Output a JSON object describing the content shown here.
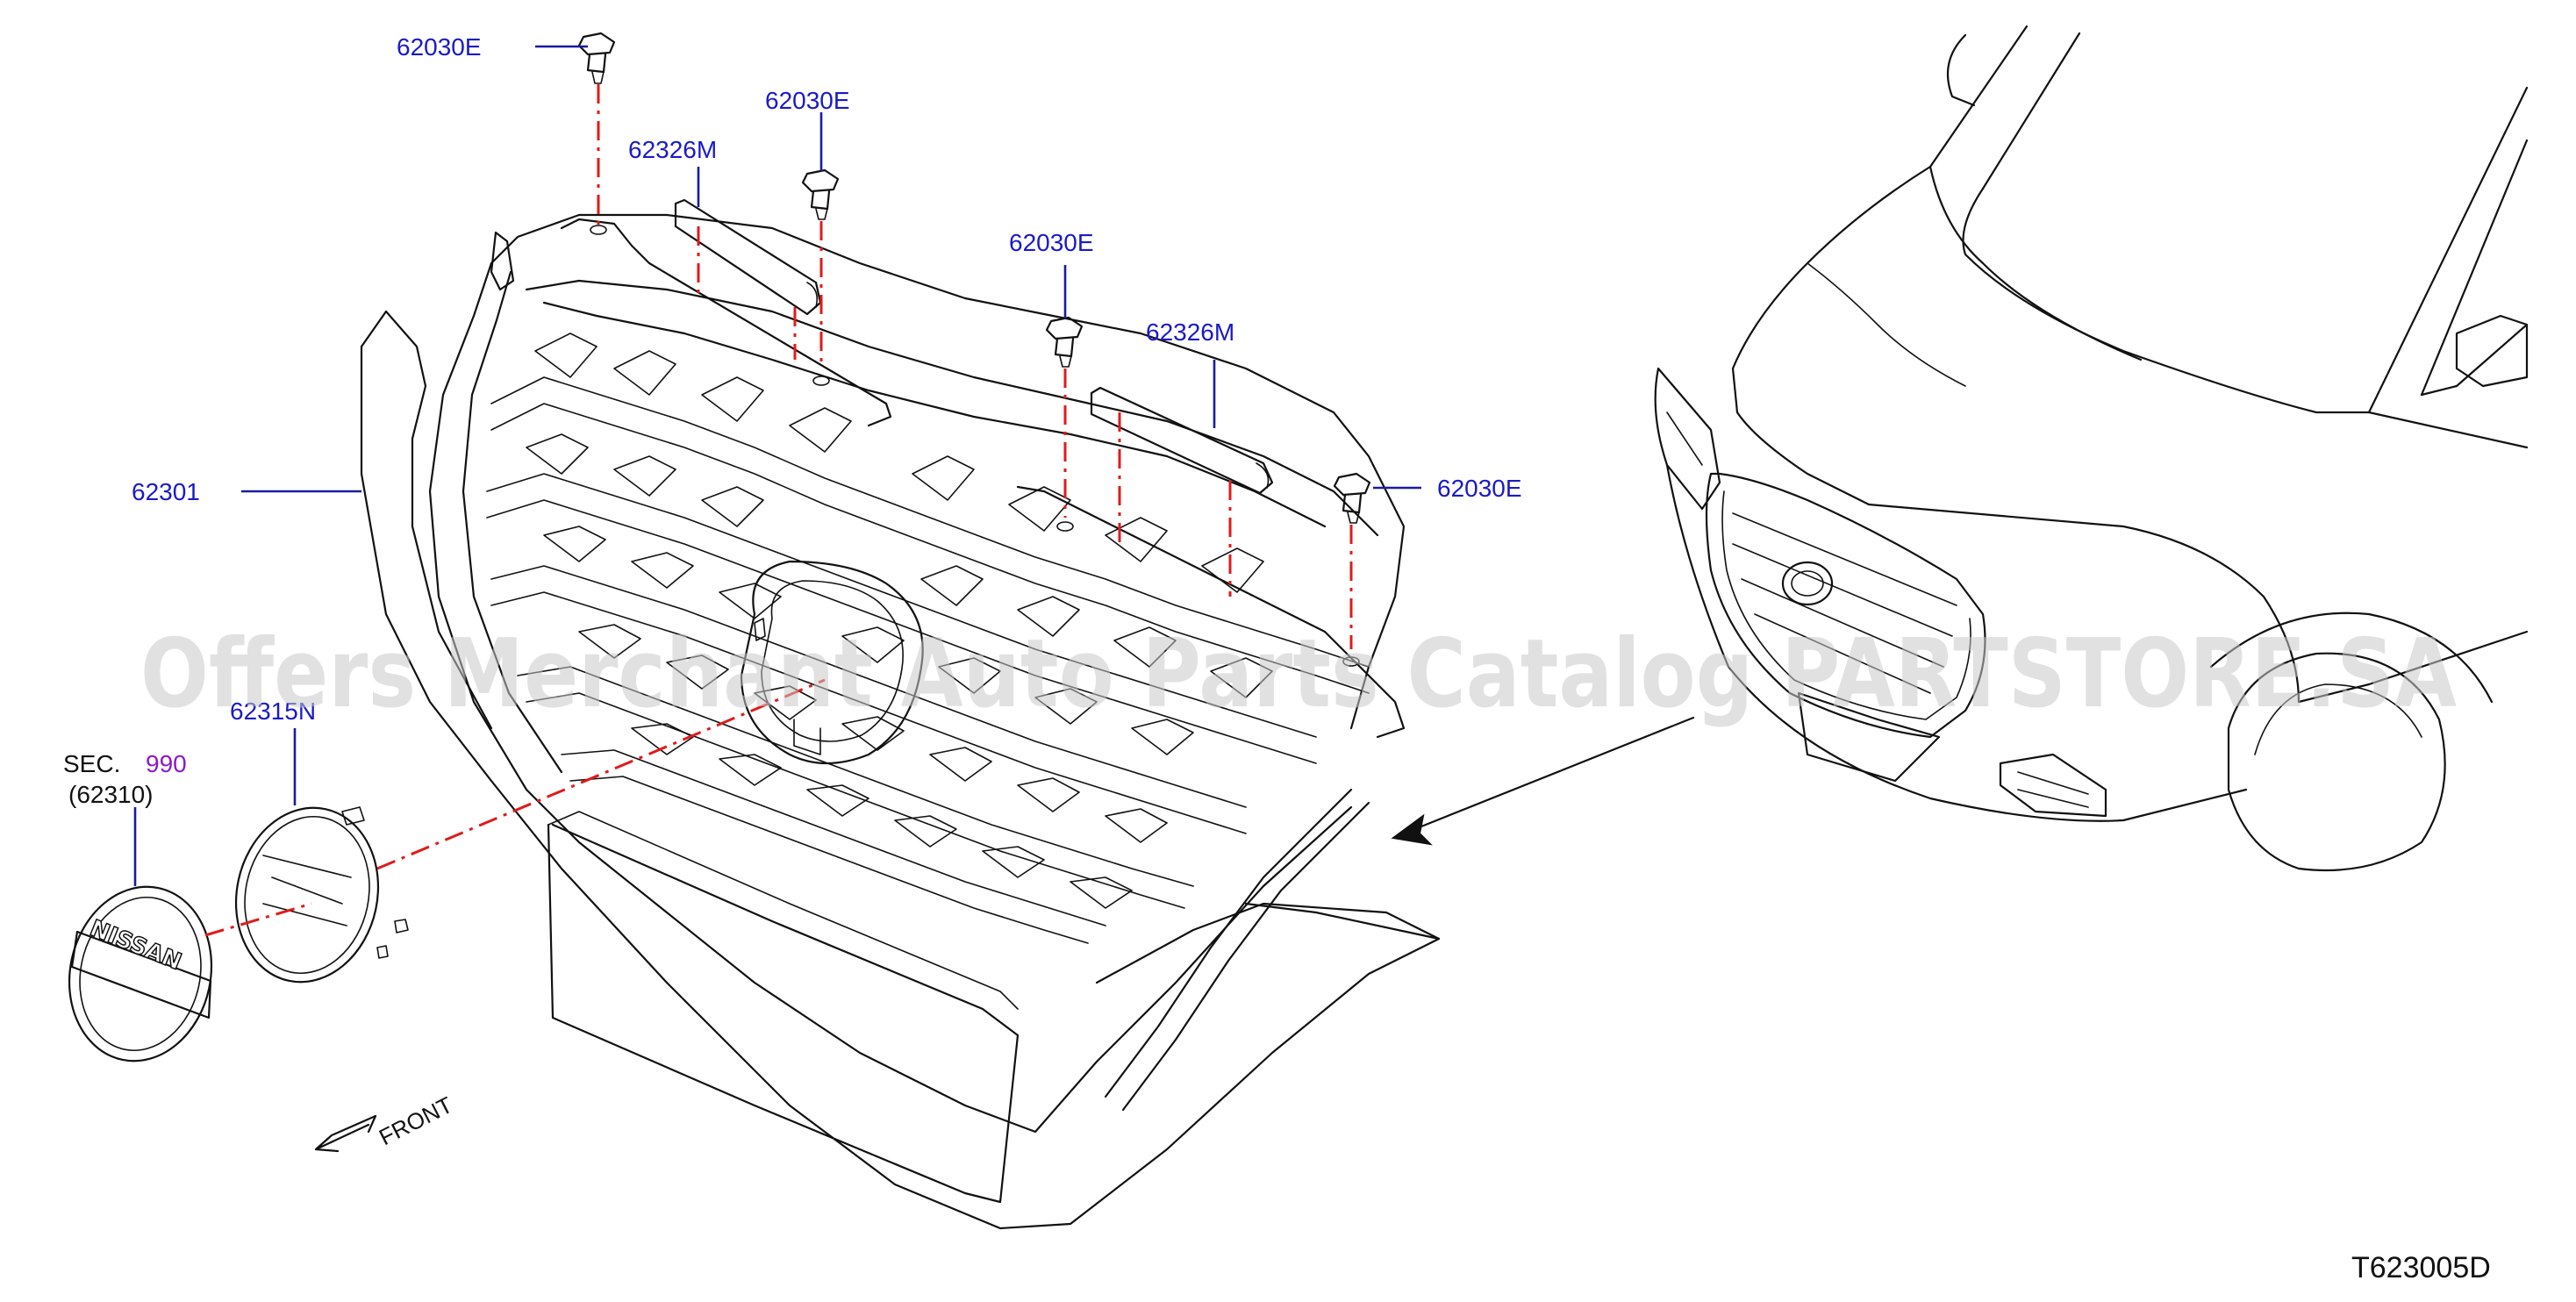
{
  "callouts": {
    "clip_top": "62030E",
    "clip_second": "62030E",
    "clip_third": "62030E",
    "clip_right": "62030E",
    "seal_left": "62326M",
    "seal_right": "62326M",
    "grille": "62301",
    "emblem_base": "62315N",
    "sec_label": "SEC.",
    "sec_number": "990",
    "sec_part": "(62310)"
  },
  "emblem_text": "NISSAN",
  "front_label": "FRONT",
  "figure_code": "T623005D",
  "watermark": "Offers Merchant Auto Parts Catalog PARTSTORE.SA",
  "colors": {
    "callout_text": "#1a1ac8",
    "leader_line": "#1a1aa6",
    "centerline": "#e01b1b",
    "sec_number": "#8a1ac8",
    "linework": "#111111"
  }
}
